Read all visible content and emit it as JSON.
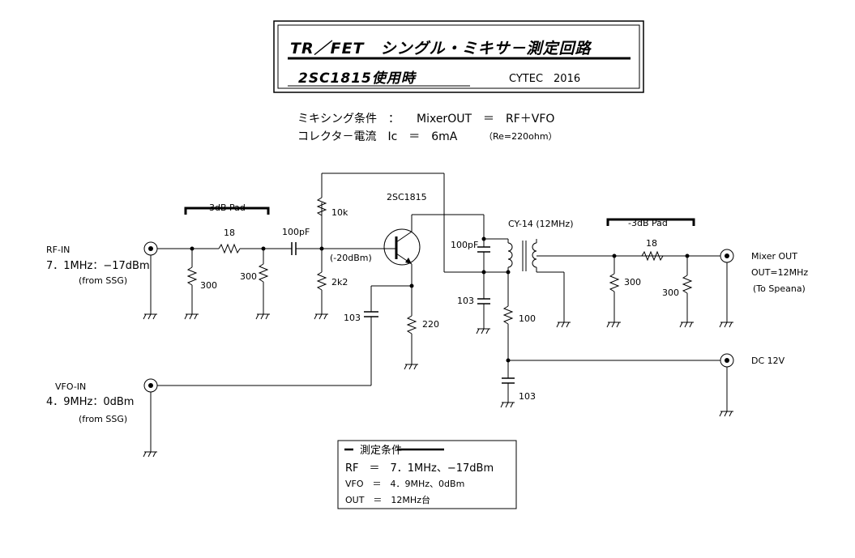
{
  "title": {
    "line1": "TR／FET　シングル・ミキサ－測定回路",
    "line2": "2SC1815使用時",
    "author": "CYTEC　2016"
  },
  "conditions": {
    "mixing": "ミキシング条件　：　　MixerOUT　＝　RF＋VFO",
    "current_main": "コレクタ－電流　Ic　＝　6mA",
    "current_note": "（Re=220ohm）"
  },
  "ports": {
    "rf_in": [
      "RF-IN",
      "7．1MHz：−17dBm",
      "(from SSG)"
    ],
    "vfo_in": [
      "VFO-IN",
      "4．9MHz：0dBm",
      "(from SSG)"
    ],
    "mixer_out": [
      "Mixer OUT",
      "OUT=12MHz",
      "(To Speana)"
    ],
    "dc": "DC 12V"
  },
  "components": {
    "pad_in": "-3dB Pad",
    "pad_out": "-3dB Pad",
    "r_series_in": "18",
    "r_shunt_in1": "300",
    "r_shunt_in2": "300",
    "c_coupling": "100pF",
    "r_bias_top": "10k",
    "r_bias_bottom": "2k2",
    "base_level": "(-20dBm)",
    "transistor": "2SC1815",
    "c_emitter": "103",
    "r_emitter": "220",
    "c_tank": "100pF",
    "c_bypass_tank": "103",
    "transformer": "CY-14 (12MHz)",
    "r_supply": "100",
    "c_supply": "103",
    "r_series_out": "18",
    "r_shunt_out1": "300",
    "r_shunt_out2": "300"
  },
  "measurement": {
    "heading": "測定条件",
    "rf": "RF　＝　7．1MHz、−17dBm",
    "vfo": "VFO　＝　4．9MHz、0dBm",
    "out": "OUT　＝　12MHz台"
  }
}
